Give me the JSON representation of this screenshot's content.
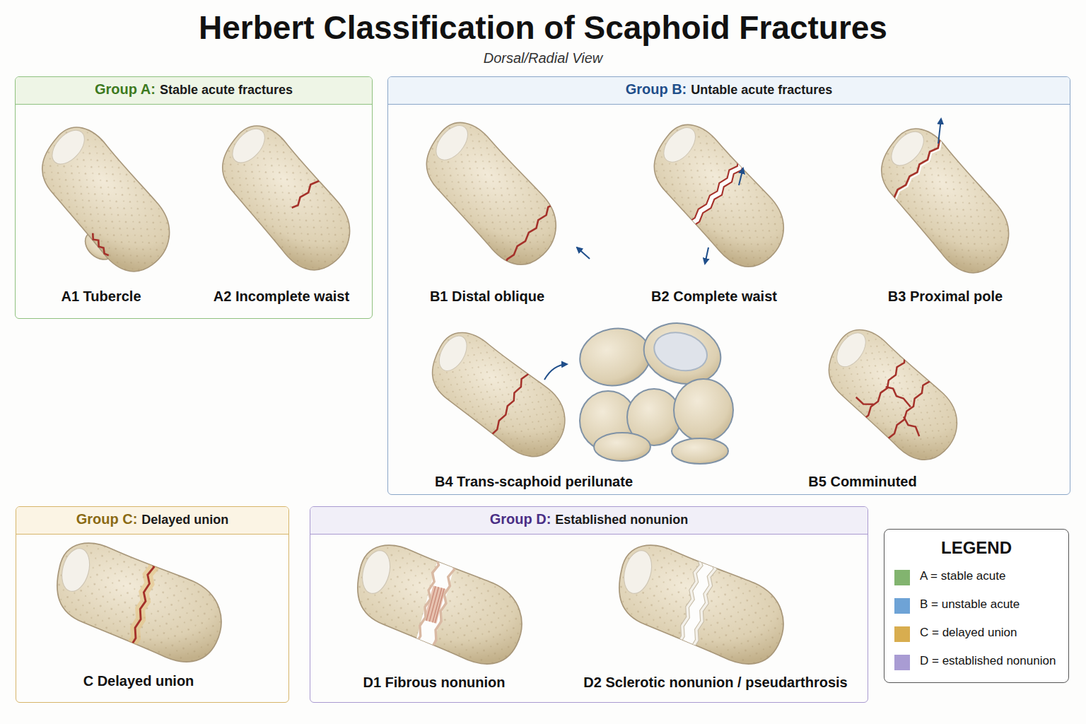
{
  "diagram": {
    "title": "Herbert Classification of Scaphoid Fractures",
    "caption": "Dorsal/Radial View",
    "nodes": [
      {
        "text": [
          "Group A:",
          "Stable acute fractures"
        ]
      },
      {
        "text": [
          "Group B:",
          "Untable acute fractures"
        ]
      },
      {
        "text": [
          "Group C:",
          "Delayed union"
        ]
      },
      {
        "text": [
          "Group D:",
          "Established nonunion"
        ]
      },
      {
        "text": [
          "LEGEND"
        ]
      }
    ],
    "labels": [
      "A1 Tubercle",
      "A2 Incomplete waist",
      "B1 Distal oblique",
      "B2 Complete waist",
      "B3 Proximal pole",
      "B4 Trans-scaphoid perilunate",
      "B5 Comminuted",
      "C Delayed union",
      "D1 Fibrous nonunion",
      "D2 Sclerotic nonunion / pseudarthrosis"
    ],
    "legend": [
      {
        "text": "A = stable acute",
        "color": "#82b46f"
      },
      {
        "text": "B = unstable acute",
        "color": "#6ea3d6"
      },
      {
        "text": "C = delayed union",
        "color": "#d8ad4f"
      },
      {
        "text": "D = established nonunion",
        "color": "#a99cd3"
      }
    ]
  }
}
